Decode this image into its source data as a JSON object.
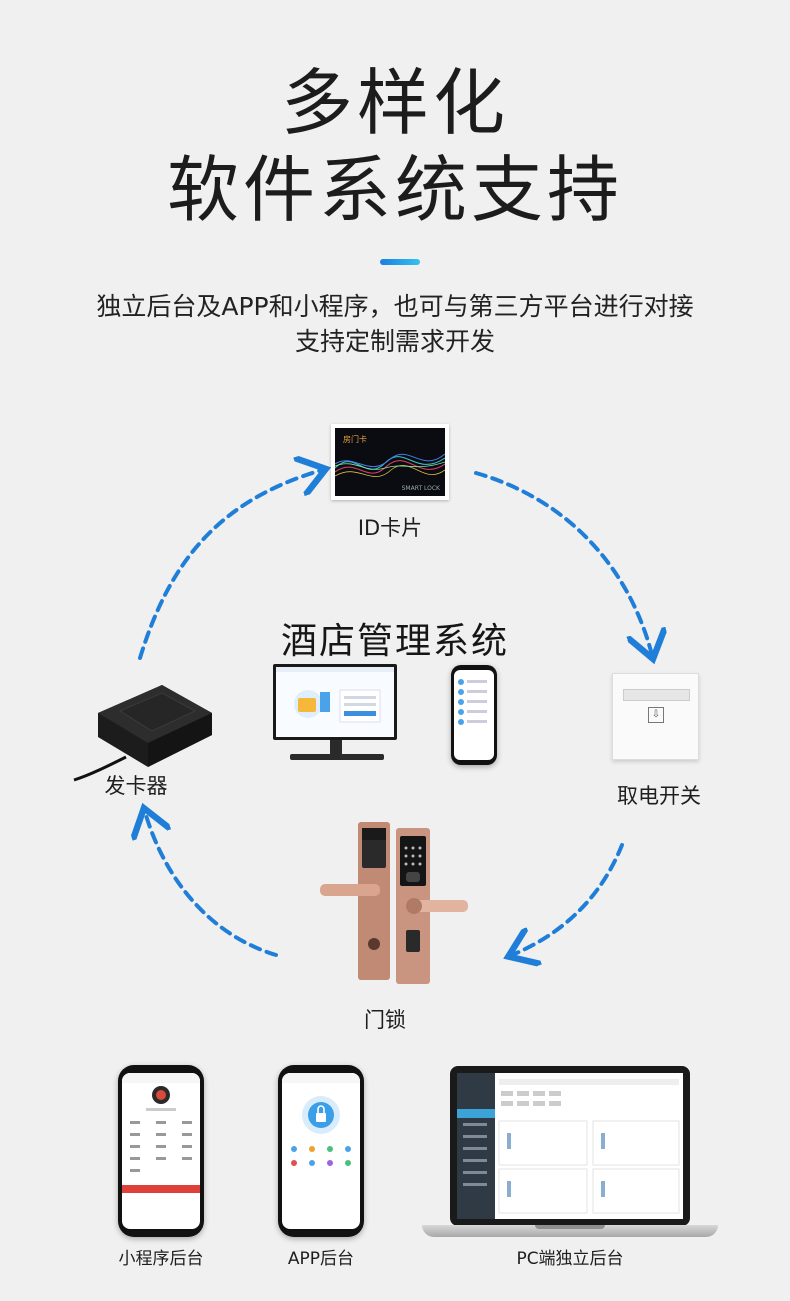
{
  "header": {
    "title_line1": "多样化",
    "title_line2": "软件系统支持",
    "subtitle_line1": "独立后台及APP和小程序，也可与第三方平台进行对接",
    "subtitle_line2": "支持定制需求开发"
  },
  "cycle": {
    "center_title": "酒店管理系统",
    "nodes": {
      "id_card": "ID卡片",
      "power_switch": "取电开关",
      "door_lock": "门锁",
      "card_issuer": "发卡器"
    },
    "card_print": {
      "name": "房门卡",
      "brand": "SMART LOCK"
    }
  },
  "bottom": {
    "mini_program": "小程序后台",
    "app": "APP后台",
    "pc": "PC端独立后台"
  },
  "colors": {
    "accent": "#1a7fe0",
    "accent_light": "#35c1f0",
    "dash_arrow": "#1f7fd8",
    "lock_bronze": "#c08a74",
    "mini_program_button": "#e0403a"
  }
}
